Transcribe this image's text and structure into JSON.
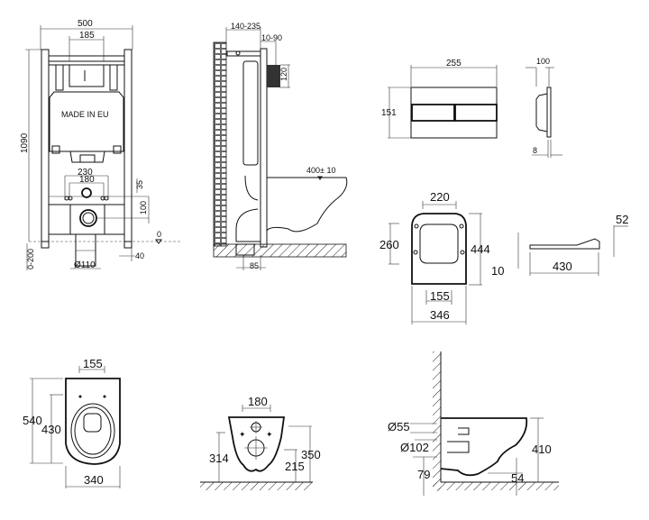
{
  "drawing": {
    "frame_front": {
      "width": "500",
      "button_width": "185",
      "height": "1090",
      "label": "MADE IN EU",
      "stud_spacing_outer": "230",
      "stud_spacing_inner": "180",
      "offset_35": "35",
      "offset_100": "100",
      "floor_level": "0",
      "foot_adjust": "0-200",
      "foot_offset": "40",
      "pipe_diameter": "Ø110"
    },
    "frame_side": {
      "depth": "140-235",
      "panel_gap": "10-90",
      "panel_height": "120",
      "bowl_height": "400± 10",
      "pipe_offset": "85"
    },
    "flush_plate": {
      "width": "255",
      "height": "151",
      "depth": "100",
      "thickness": "8"
    },
    "seat_top": {
      "hinge_span": "220",
      "inner_length": "260",
      "total_length": "444",
      "rear_span": "155",
      "width": "346"
    },
    "seat_side": {
      "thickness": "10",
      "length": "430",
      "height": "52"
    },
    "bowl_top": {
      "fixing_span": "155",
      "length": "540",
      "inner_length": "430",
      "width": "340"
    },
    "bowl_rear": {
      "fixing_span": "180",
      "stud_height": "314",
      "outlet_height": "215",
      "total_height": "350"
    },
    "bowl_side": {
      "inlet_diameter": "Ø55",
      "outlet_diameter": "Ø102",
      "outlet_height": "79",
      "bottom_clearance": "54",
      "height": "410"
    }
  }
}
